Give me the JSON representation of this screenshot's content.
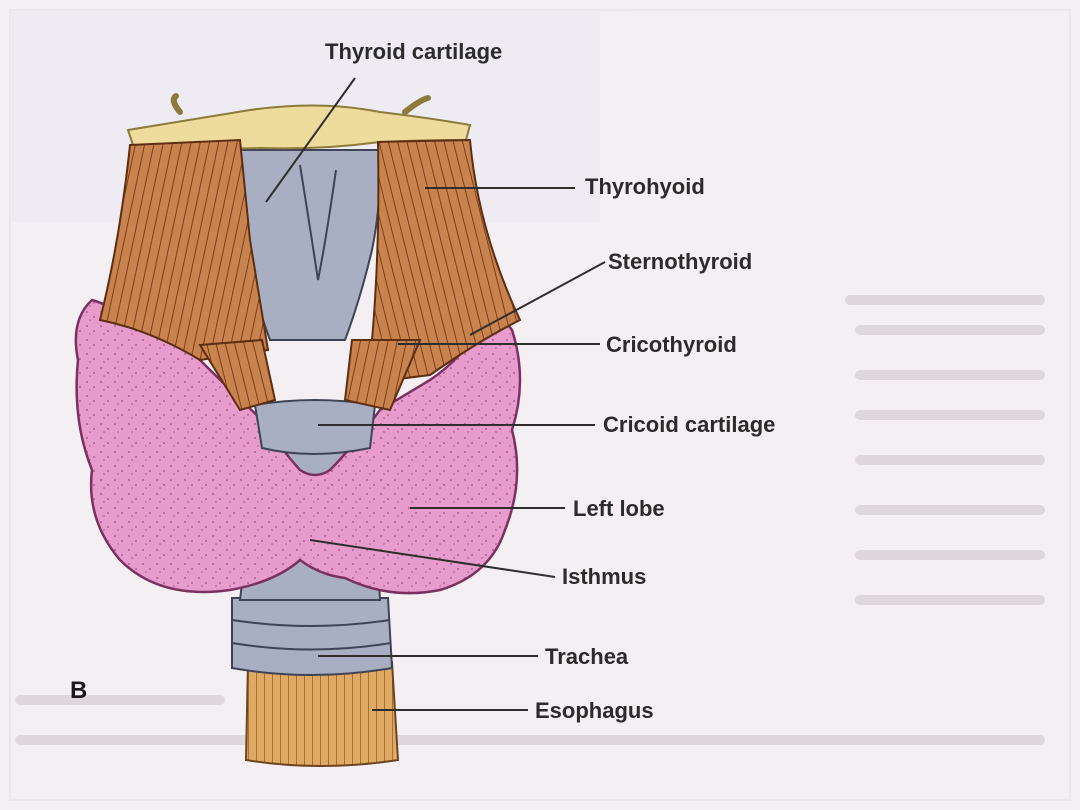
{
  "figure": {
    "panel_letter": "B",
    "labels": {
      "thyroid_cartilage": "Thyroid cartilage",
      "thyrohyoid": "Thyrohyoid",
      "sternothyroid": "Sternothyroid",
      "cricothyroid": "Cricothyroid",
      "cricoid_cartilage": "Cricoid cartilage",
      "left_lobe": "Left lobe",
      "isthmus": "Isthmus",
      "trachea": "Trachea",
      "esophagus": "Esophagus"
    }
  },
  "colors": {
    "background": "#f4eff3",
    "cartilage": "#a9afc2",
    "muscle": "#c9834e",
    "muscle_stripe": "#7a3f1c",
    "thyroid_gland": "#e79ccd",
    "hyoid": "#eedc9c",
    "esophagus": "#e0a964",
    "leader_line": "#2e2e2e"
  }
}
